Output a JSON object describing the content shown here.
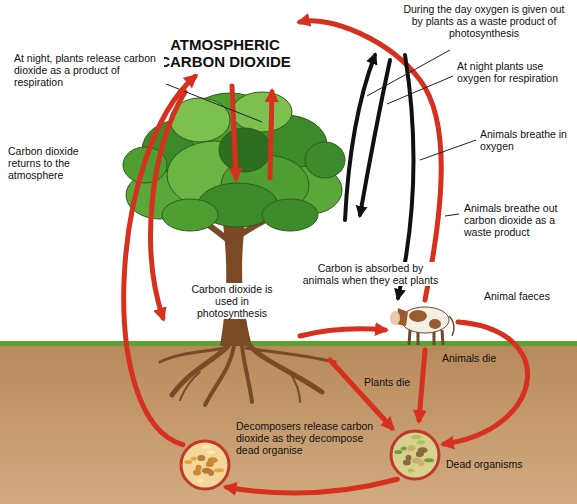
{
  "diagram": {
    "nodes": [
      {
        "text": [
          "ATMOSPHERIC CARBON DIOXIDE"
        ]
      },
      {
        "text": [
          "Decomposers release carbon dioxide as they decompose dead organise"
        ]
      },
      {
        "text": [
          "Dead organisms"
        ]
      }
    ],
    "edges": [
      {
        "from": 2,
        "to": 1,
        "arrow": "to"
      },
      {
        "from": 1,
        "to": 0,
        "arrow": "to"
      }
    ],
    "labels": [
      "At night, plants release carbon dioxide as a product of respiration",
      "During the day oxygen is given out by plants as a waste product of photosynthesis",
      "At night plants use oxygen for respiration",
      "Animals breathe in oxygen",
      "Animals breathe out carbon dioxide as a waste product",
      "Carbon dioxide returns to the atmosphere",
      "Carbon dioxide is used in photosynthesis",
      "Carbon is absorbed by animals when they eat plants",
      "Animal faeces",
      "Animals die",
      "Plants die"
    ]
  }
}
